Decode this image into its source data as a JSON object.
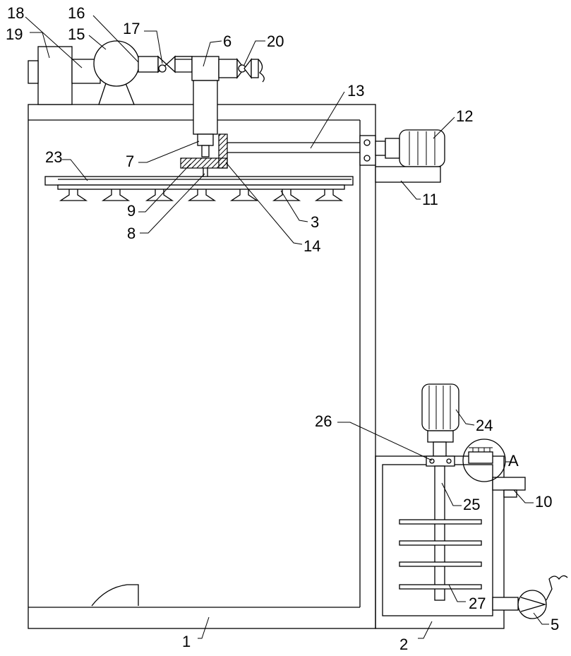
{
  "labels": {
    "l1": "1",
    "l2": "2",
    "l3": "3",
    "l5": "5",
    "l6": "6",
    "l7": "7",
    "l8": "8",
    "l9": "9",
    "l10": "10",
    "l11": "11",
    "l12": "12",
    "l13": "13",
    "l14": "14",
    "l15": "15",
    "l16": "16",
    "l17": "17",
    "l18": "18",
    "l19": "19",
    "l20": "20",
    "l23": "23",
    "l24": "24",
    "l25": "25",
    "l26": "26",
    "l27": "27",
    "lA": "A"
  }
}
